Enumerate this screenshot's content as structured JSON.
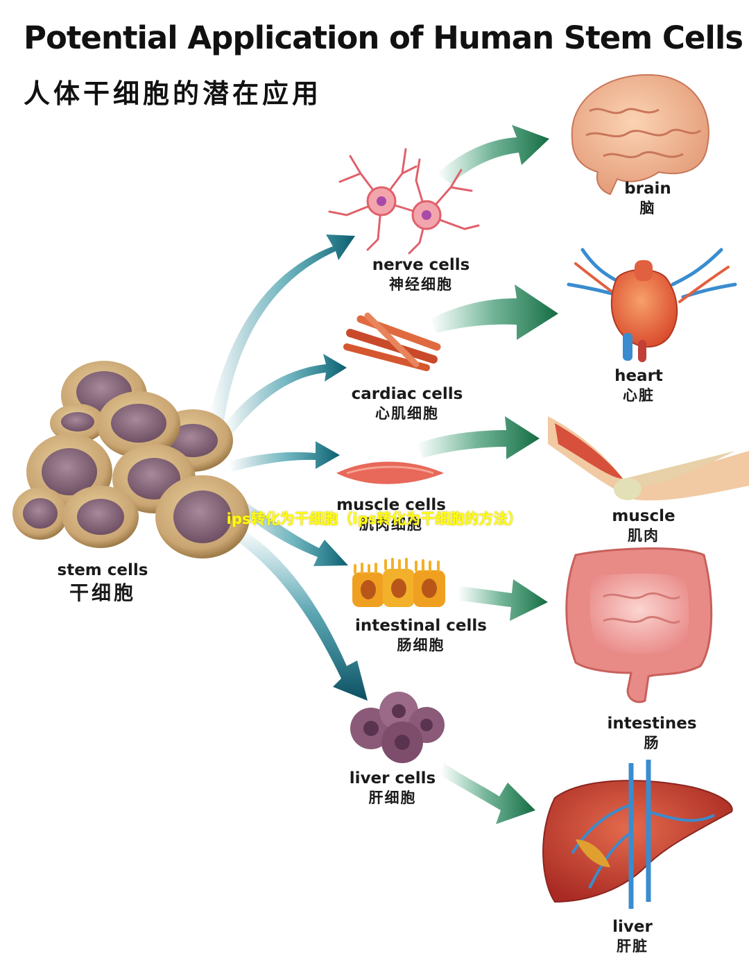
{
  "header": {
    "title": "Potential Application of Human Stem Cells",
    "subtitle": "人体干细胞的潜在应用"
  },
  "source": {
    "en": "stem cells",
    "zh": "干细胞"
  },
  "cells": [
    {
      "en": "nerve cells",
      "zh": "神经细胞"
    },
    {
      "en": "cardiac cells",
      "zh": "心肌细胞"
    },
    {
      "en": "muscle cells",
      "zh": "肌肉细胞"
    },
    {
      "en": "intestinal cells",
      "zh": "肠细胞"
    },
    {
      "en": "liver cells",
      "zh": "肝细胞"
    }
  ],
  "organs": [
    {
      "en": "brain",
      "zh": "脑"
    },
    {
      "en": "heart",
      "zh": "心脏"
    },
    {
      "en": "muscle",
      "zh": "肌肉"
    },
    {
      "en": "intestines",
      "zh": "肠"
    },
    {
      "en": "liver",
      "zh": "肝脏"
    }
  ],
  "watermark": "ips转化为干细胞（ips转化为干细胞的方法）",
  "colors": {
    "arrow_teal": "#0e6d80",
    "arrow_green": "#1b7d4e",
    "stem_cell": "#c9a572",
    "nucleus": "#7f5e73",
    "watermark": "#ffff10"
  }
}
